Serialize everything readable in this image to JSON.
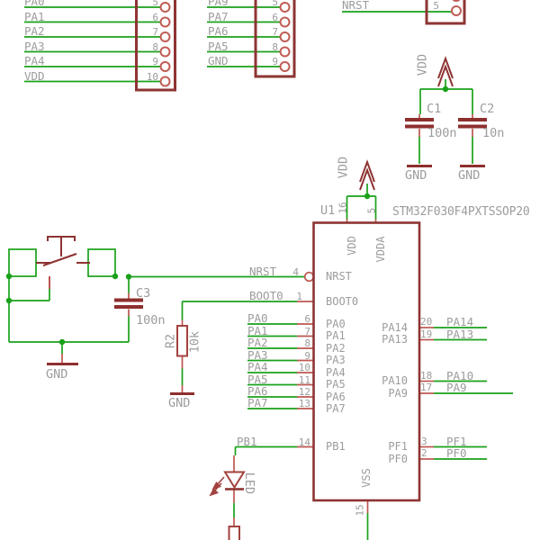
{
  "power": {
    "vdd": "VDD",
    "gnd": "GND"
  },
  "connector_j1": {
    "pins": [
      {
        "net": "PA0",
        "num": "5"
      },
      {
        "net": "PA1",
        "num": "6"
      },
      {
        "net": "PA2",
        "num": "7"
      },
      {
        "net": "PA3",
        "num": "8"
      },
      {
        "net": "PA4",
        "num": "9"
      },
      {
        "net": "VDD",
        "num": "10"
      }
    ]
  },
  "connector_j2": {
    "pins": [
      {
        "net": "PA9",
        "num": "5"
      },
      {
        "net": "PA7",
        "num": "6"
      },
      {
        "net": "PA6",
        "num": "7"
      },
      {
        "net": "PA5",
        "num": "8"
      },
      {
        "net": "GND",
        "num": "9"
      }
    ]
  },
  "connector_j3": {
    "pins": [
      {
        "net": "NRST",
        "num": "5"
      }
    ]
  },
  "capacitors": {
    "c1": {
      "ref": "C1",
      "value": "100n"
    },
    "c2": {
      "ref": "C2",
      "value": "10n"
    },
    "c3": {
      "ref": "C3",
      "value": "100n"
    }
  },
  "resistor_r2": {
    "ref": "R2",
    "value": "10k"
  },
  "led": {
    "label": "LED"
  },
  "ic": {
    "refdes": "U1",
    "part": "STM32F030F4PXTSSOP20",
    "top_pins": [
      {
        "num": "16",
        "name": "VDD"
      },
      {
        "num": "5",
        "name": "VDDA"
      }
    ],
    "left_pins": [
      {
        "net": "NRST",
        "num": "4",
        "name": "NRST"
      },
      {
        "net": "BOOT0",
        "num": "1",
        "name": "BOOT0"
      },
      {
        "net": "PA0",
        "num": "6",
        "name": "PA0"
      },
      {
        "net": "PA1",
        "num": "7",
        "name": "PA1"
      },
      {
        "net": "PA2",
        "num": "8",
        "name": "PA2"
      },
      {
        "net": "PA3",
        "num": "9",
        "name": "PA3"
      },
      {
        "net": "PA4",
        "num": "10",
        "name": "PA4"
      },
      {
        "net": "PA5",
        "num": "11",
        "name": "PA5"
      },
      {
        "net": "PA6",
        "num": "12",
        "name": "PA6"
      },
      {
        "net": "PA7",
        "num": "13",
        "name": "PA7"
      },
      {
        "net": "PB1",
        "num": "14",
        "name": "PB1"
      }
    ],
    "right_pins": [
      {
        "net": "PA14",
        "num": "20",
        "name": "PA14"
      },
      {
        "net": "PA13",
        "num": "19",
        "name": "PA13"
      },
      {
        "net": "PA10",
        "num": "18",
        "name": "PA10"
      },
      {
        "net": "PA9",
        "num": "17",
        "name": "PA9"
      },
      {
        "net": "PF1",
        "num": "3",
        "name": "PF1"
      },
      {
        "net": "PF0",
        "num": "2",
        "name": "PF0"
      }
    ],
    "bottom_pins": [
      {
        "num": "15",
        "name": "VSS"
      }
    ]
  }
}
